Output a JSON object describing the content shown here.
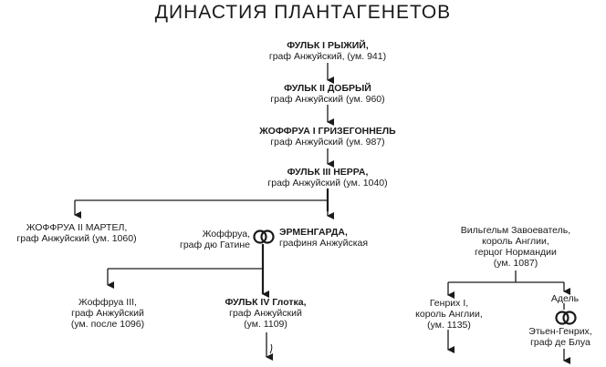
{
  "title": "ДИНАСТИЯ ПЛАНТАГЕНЕТОВ",
  "nodes": {
    "fulk1": {
      "name": "ФУЛЬК I РЫЖИЙ,",
      "sub": "граф Анжуйский, (ум. 941)"
    },
    "fulk2": {
      "name": "ФУЛЬК II ДОБРЫЙ",
      "sub": "граф Анжуйский (ум. 960)"
    },
    "geoffroy1": {
      "name": "ЖОФФРУА I ГРИЗЕГОННЕЛЬ",
      "sub": "граф Анжуйский (ум. 987)"
    },
    "fulk3": {
      "name": "ФУЛЬК III НЕРРА,",
      "sub": "граф Анжуйский (ум. 1040)"
    },
    "geoffroy2": {
      "line1": "ЖОФФРУА II МАРТЕЛ,",
      "line2": "граф Анжуйский (ум. 1060)"
    },
    "geoffroy_gatine": {
      "line1": "Жоффруа,",
      "line2": "граф дю Гатине"
    },
    "ermengarde": {
      "name": "ЭРМЕНГАРДА,",
      "sub": "графиня Анжуйская"
    },
    "william": {
      "line1": "Вильгельм Завоеватель,",
      "line2": "король Англии,",
      "line3": "герцог Нормандии",
      "line4": "(ум. 1087)"
    },
    "geoffroy3": {
      "line1": "Жоффруа III,",
      "line2": "граф Анжуйский",
      "line3": "(ум. после 1096)"
    },
    "fulk4": {
      "name": "ФУЛЬК IV Глотка,",
      "line2": "граф Анжуйский",
      "line3": "(ум. 1109)"
    },
    "henry1": {
      "line1": "Генрих I,",
      "line2": "король Англии,",
      "line3": "(ум. 1135)"
    },
    "adela": {
      "line1": "Адель"
    },
    "stephen": {
      "line1": "Этьен-Генрих,",
      "line2": "граф де Блуа"
    }
  },
  "colors": {
    "ink": "#1a1a1a",
    "background": "#ffffff"
  },
  "icons": {
    "marriage": "double-ring-icon"
  }
}
